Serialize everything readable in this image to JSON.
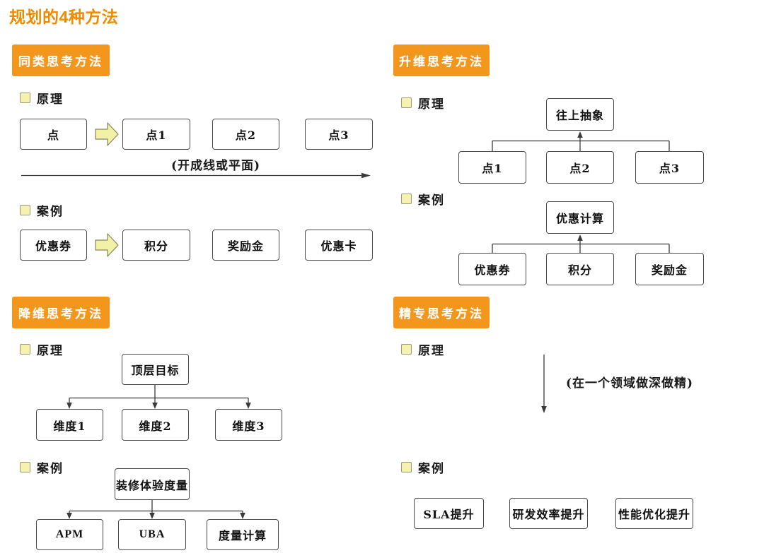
{
  "title": "规划的4种方法",
  "labels": {
    "principle": "原理",
    "case": "案例"
  },
  "colors": {
    "accent_orange": "#f2961c",
    "title_orange": "#f08a00",
    "pale_yellow_fill": "#f5f2b0",
    "block_arrow_fill": "#f2f2a6",
    "line_color": "#3a3a3a"
  },
  "q1": {
    "header": "同类思考方法",
    "principle_boxes": [
      "点",
      "点1",
      "点2",
      "点3"
    ],
    "principle_caption": "(开成线或平面)",
    "case_boxes": [
      "优惠券",
      "积分",
      "奖励金",
      "优惠卡"
    ]
  },
  "q2": {
    "header": "升维思考方法",
    "principle_root": "往上抽象",
    "principle_children": [
      "点1",
      "点2",
      "点3"
    ],
    "case_root": "优惠计算",
    "case_children": [
      "优惠券",
      "积分",
      "奖励金"
    ]
  },
  "q3": {
    "header": "降维思考方法",
    "principle_root": "顶层目标",
    "principle_children": [
      "维度1",
      "维度2",
      "维度3"
    ],
    "case_root": "装修体验度量",
    "case_children": [
      "APM",
      "UBA",
      "度量计算"
    ]
  },
  "q4": {
    "header": "精专思考方法",
    "principle_caption": "(在一个领域做深做精)",
    "case_boxes": [
      "SLA提升",
      "研发效率提升",
      "性能优化提升"
    ]
  }
}
